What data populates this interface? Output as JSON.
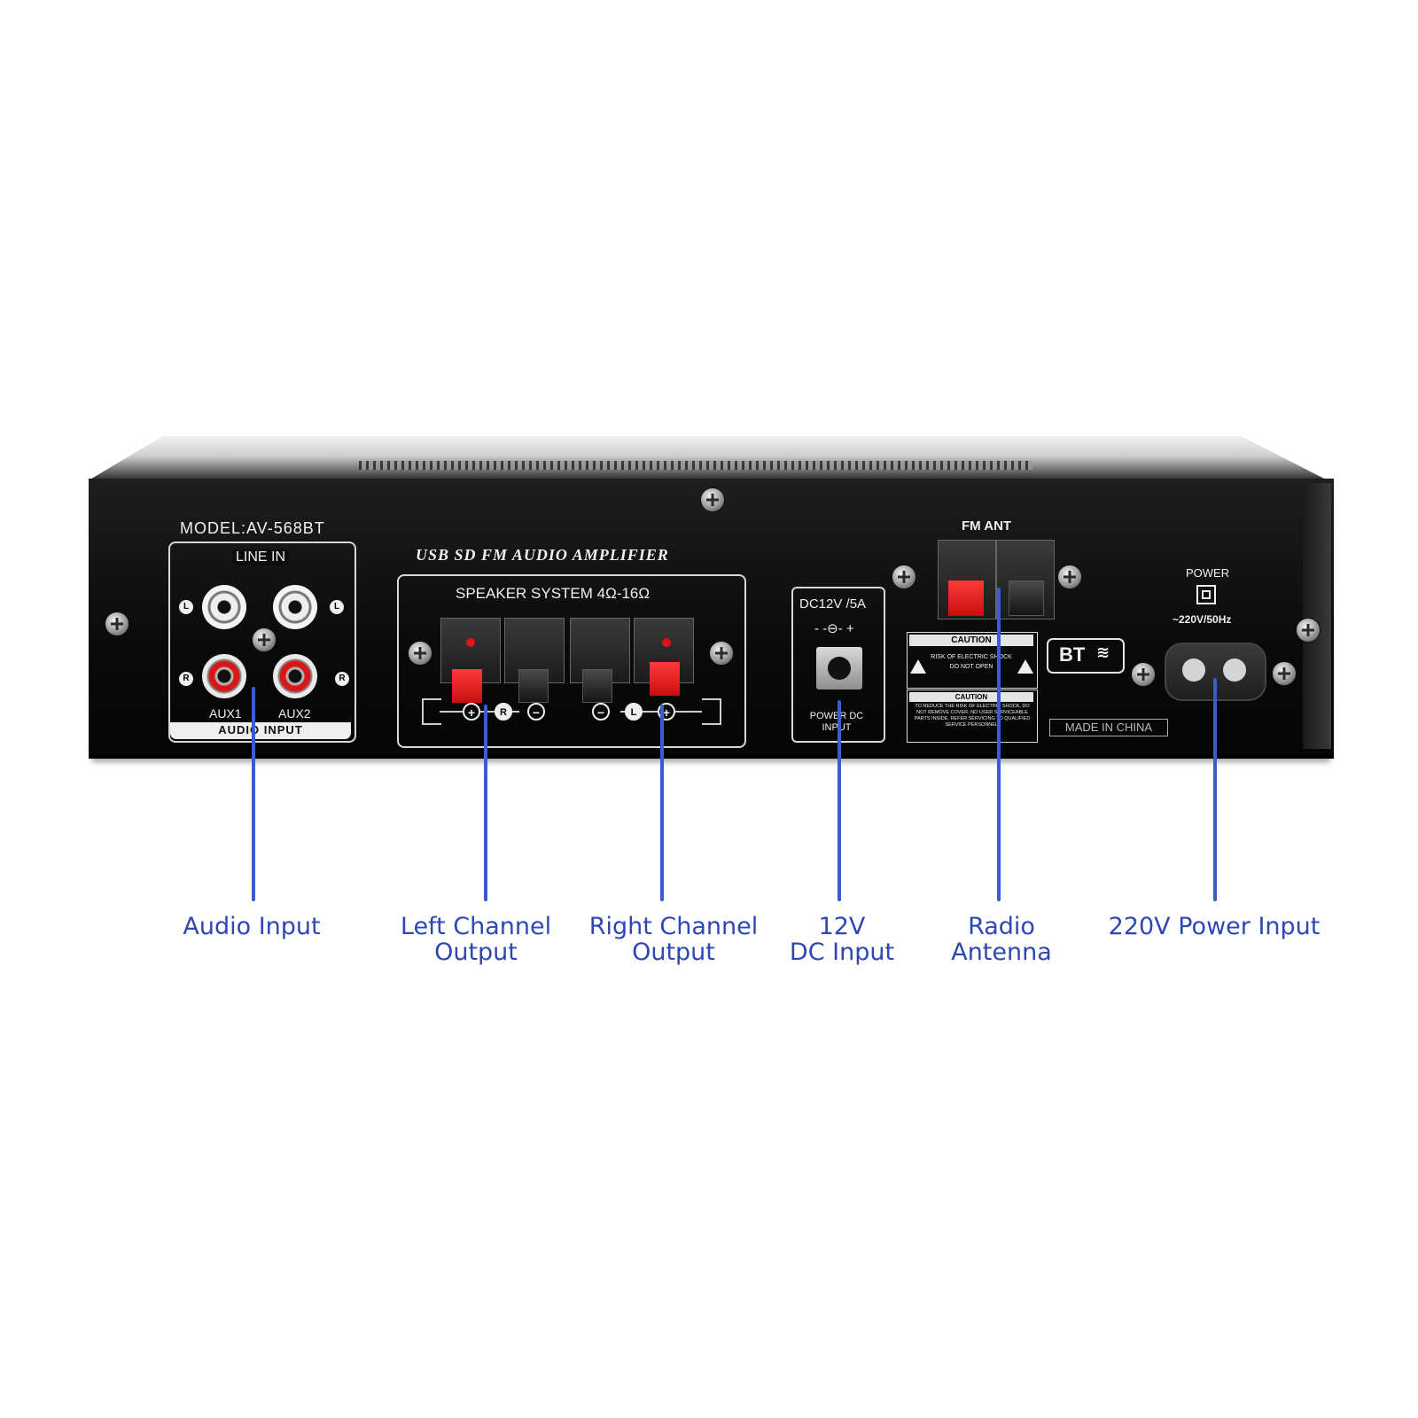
{
  "panel": {
    "model": "MODEL:AV-568BT",
    "line_in": "LINE IN",
    "aux1": "AUX1",
    "aux2": "AUX2",
    "audio_input_panel": "AUDIO INPUT",
    "amp_title": "USB SD FM AUDIO AMPLIFIER",
    "speaker_system": "SPEAKER SYSTEM 4Ω-16Ω",
    "dc_rating": "DC12V /5A",
    "dc_polarity": "- -⊖- +",
    "power_dc_input": "POWER DC INPUT",
    "fm_ant": "FM ANT",
    "caution_title": "CAUTION",
    "caution_sub": "RISK OF ELECTRIC SHOCK DO NOT OPEN",
    "caution_title2": "CAUTION",
    "caution_body": "TO REDUCE THE RISK OF ELECTRIC SHOCK, DO NOT REMOVE COVER. NO USER SERVICEABLE PARTS INSIDE. REFER SERVICING TO QUALIFIED SERVICE PERSONNEL.",
    "bt": "BT",
    "made_in": "MADE IN CHINA",
    "power": "POWER",
    "ac_rating": "~220V/50Hz",
    "ch_L": "L",
    "ch_R": "R"
  },
  "callouts": [
    "Audio Input",
    "Left Channel Output",
    "Right Channel Output",
    "12V DC Input",
    "Radio Antenna",
    "220V Power Input"
  ],
  "callout_lines": {
    "audio_input": [
      "Audio Input"
    ],
    "left_channel": [
      "Left Channel",
      "Output"
    ],
    "right_channel": [
      "Right Channel",
      "Output"
    ],
    "dc_input": [
      "12V",
      "DC Input"
    ],
    "radio_antenna": [
      "Radio",
      "Antenna"
    ],
    "power_input": [
      "220V Power Input"
    ]
  },
  "colors": {
    "callout_blue": "#2e47b3",
    "terminal_red": "#d81818",
    "panel_black": "#0a0a0a"
  }
}
